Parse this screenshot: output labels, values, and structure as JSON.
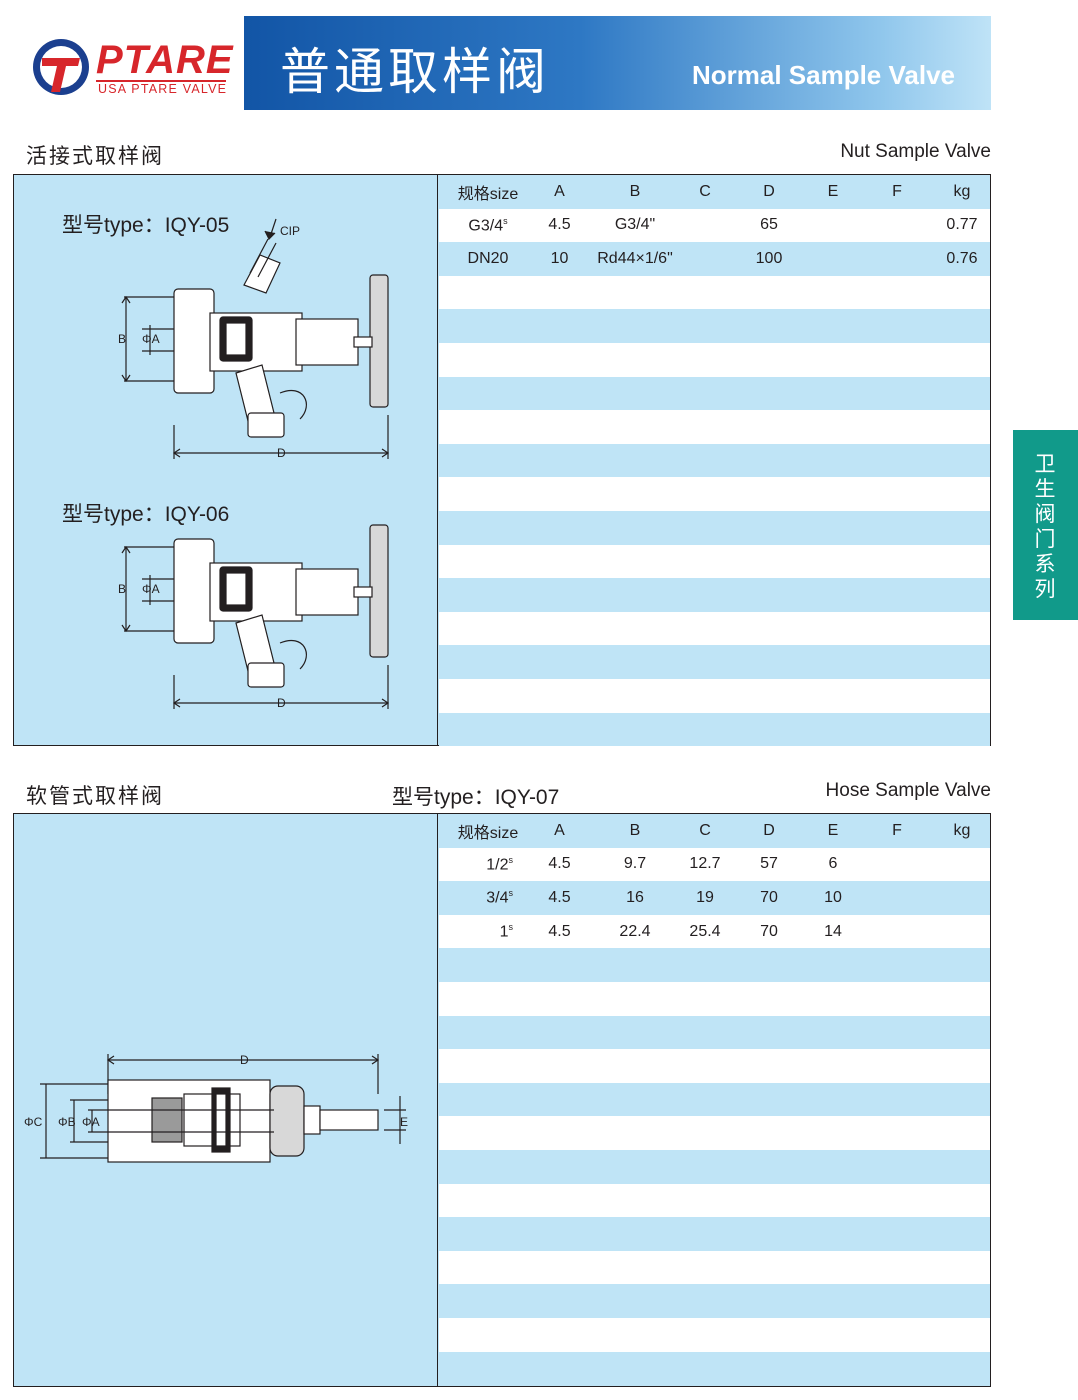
{
  "brand": {
    "name": "PTARE",
    "tagline": "USA PTARE VALVE",
    "red": "#d7262b",
    "blue": "#1b3f8f"
  },
  "header": {
    "title_cn": "普通取样阀",
    "title_en": "Normal Sample Valve"
  },
  "side_tab": {
    "text": "卫生阀门系列",
    "color": "#119a8a"
  },
  "section1": {
    "title_cn": "活接式取样阀",
    "title_en": "Nut Sample Valve",
    "models": [
      {
        "prefix": "型号",
        "label": "type：IQY-05",
        "callout": "CIP",
        "dims": [
          "B",
          "ΦA",
          "D"
        ]
      },
      {
        "prefix": "型号",
        "label": "type：IQY-06",
        "dims": [
          "B",
          "ΦA",
          "D"
        ]
      }
    ],
    "table": {
      "headers": [
        "规格size",
        "A",
        "B",
        "C",
        "D",
        "E",
        "F",
        "kg"
      ],
      "rows": [
        {
          "size": "G3/4",
          "sup": "s",
          "cells": [
            "4.5",
            "G3/4\"",
            "",
            "65",
            "",
            "",
            "0.77"
          ]
        },
        {
          "size": "DN20",
          "sup": "",
          "cells": [
            "10",
            "Rd44×1/6\"",
            "",
            "100",
            "",
            "",
            "0.76"
          ]
        }
      ]
    }
  },
  "section2": {
    "title_cn": "软管式取样阀",
    "model_prefix": "型号",
    "model_label": "type：IQY-07",
    "title_en": "Hose Sample Valve",
    "dims": [
      "D",
      "ΦC",
      "ΦB",
      "ΦA",
      "E"
    ],
    "table": {
      "headers": [
        "规格size",
        "A",
        "B",
        "C",
        "D",
        "E",
        "F",
        "kg"
      ],
      "rows": [
        {
          "size": "1/2",
          "sup": "s",
          "cells": [
            "4.5",
            "9.7",
            "12.7",
            "57",
            "6",
            "",
            ""
          ]
        },
        {
          "size": "3/4",
          "sup": "s",
          "cells": [
            "4.5",
            "16",
            "19",
            "70",
            "10",
            "",
            ""
          ]
        },
        {
          "size": "1",
          "sup": "s",
          "cells": [
            "4.5",
            "22.4",
            "25.4",
            "70",
            "14",
            "",
            ""
          ]
        }
      ]
    }
  }
}
